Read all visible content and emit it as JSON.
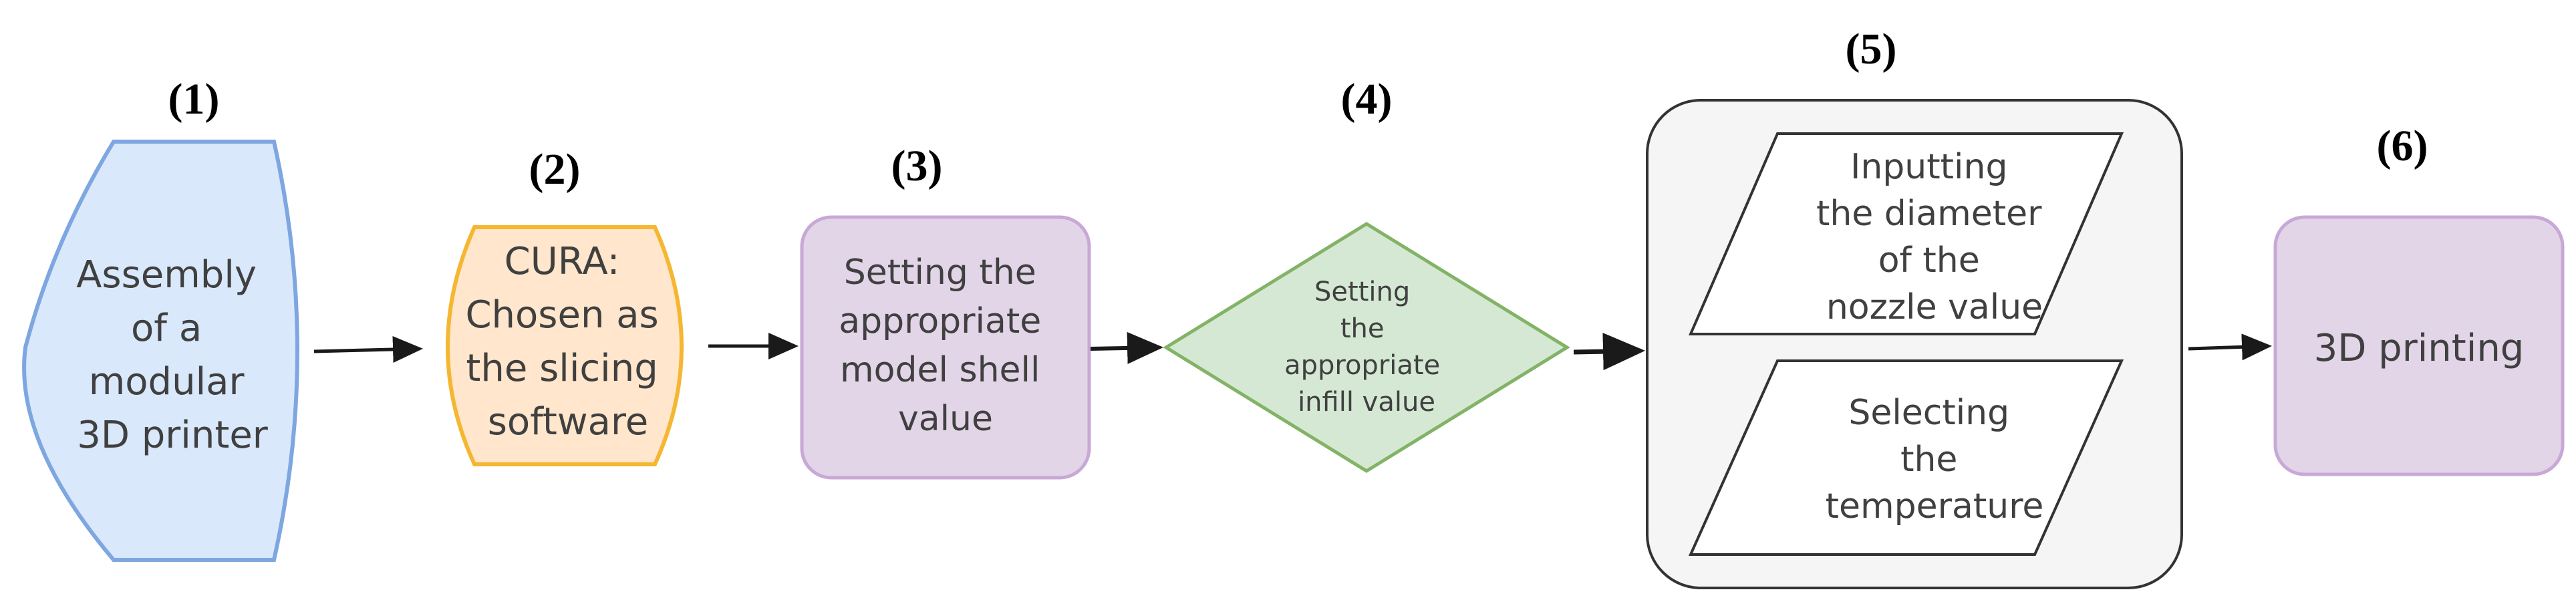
{
  "steps": [
    {
      "number": "(1)",
      "lines": [
        "Assembly",
        "of a",
        "modular",
        "3D printer"
      ],
      "fill": "#dae8fc",
      "stroke": "#7ea6e0"
    },
    {
      "number": "(2)",
      "lines": [
        "CURA:",
        "Chosen as",
        "the slicing",
        "software"
      ],
      "fill": "#ffe6cc",
      "stroke": "#f5b731"
    },
    {
      "number": "(3)",
      "lines": [
        "Setting the",
        "appropriate",
        "model shell",
        "value"
      ],
      "fill": "#e1d5e7",
      "stroke": "#c8a8d6"
    },
    {
      "number": "(4)",
      "lines": [
        "Setting",
        "the",
        "appropriate",
        "infill value"
      ],
      "fill": "#d5e8d4",
      "stroke": "#82b366"
    },
    {
      "number": "(5)",
      "fill": "#f5f5f5",
      "stroke": "#333333",
      "inputs": [
        {
          "lines": [
            "Inputting",
            "the diameter",
            "of the",
            "nozzle value"
          ]
        },
        {
          "lines": [
            "Selecting",
            "the",
            "temperature"
          ]
        }
      ]
    },
    {
      "number": "(6)",
      "lines": [
        "3D printing"
      ],
      "fill": "#e1d5e7",
      "stroke": "#c8a8d6"
    }
  ],
  "colors": {
    "arrow": "#1a1a1a",
    "text": "#404040",
    "parallelogram_stroke": "#333333"
  }
}
